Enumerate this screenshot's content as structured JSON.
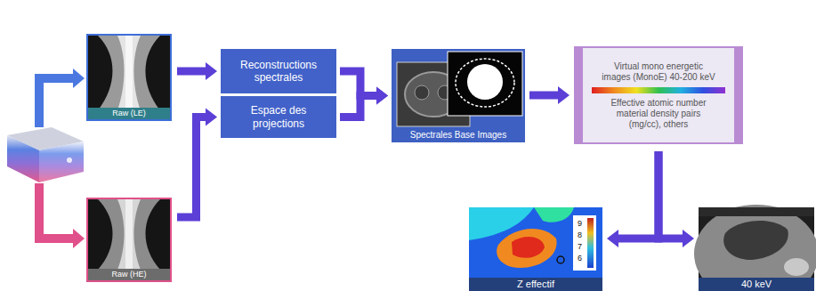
{
  "diagram": {
    "nodes": [
      {
        "text": [
          "Raw (LE)"
        ]
      },
      {
        "text": [
          "Raw (HE)"
        ]
      },
      {
        "text": [
          "Reconstructions spectrales"
        ]
      },
      {
        "text": [
          "Espace des projections"
        ]
      },
      {
        "text": [
          "Spectrales Base Images"
        ]
      },
      {
        "text": [
          "Virtual mono energetic images (MonoE) 40-200 keV",
          "Effective atomic number material density pairs (mg/cc), others"
        ]
      },
      {
        "text": [
          "Z effectif"
        ]
      },
      {
        "text": [
          "40 keV"
        ]
      }
    ],
    "edges": [
      {
        "from": 0,
        "to": 2,
        "arrow": "to"
      },
      {
        "from": 1,
        "to": 3,
        "arrow": "to"
      },
      {
        "from": 2,
        "to": 4,
        "arrow": "to"
      },
      {
        "from": 3,
        "to": 4,
        "arrow": "to"
      },
      {
        "from": 4,
        "to": 5,
        "arrow": "to"
      },
      {
        "from": 5,
        "to": 6,
        "arrow": "to"
      },
      {
        "from": 5,
        "to": 7,
        "arrow": "to"
      }
    ],
    "labels": [
      "9",
      "8",
      "7",
      "6"
    ]
  }
}
